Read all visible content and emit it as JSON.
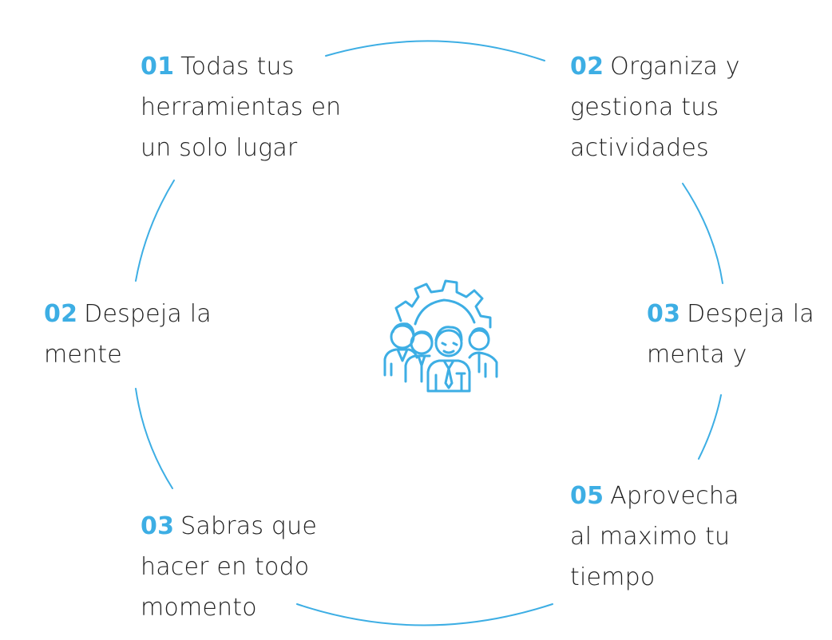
{
  "accent_color": "#3daee4",
  "text_color": "#1f1f1f",
  "center_icon": "team-gear-icon",
  "items": [
    {
      "number": "01",
      "lines": [
        "Todas tus",
        "herramientas en",
        "un solo lugar"
      ]
    },
    {
      "number": "02",
      "lines": [
        "Organiza y",
        "gestiona tus",
        "actividades"
      ]
    },
    {
      "number": "02",
      "lines": [
        "Despeja la",
        "mente"
      ]
    },
    {
      "number": "03",
      "lines": [
        "Despeja la",
        "menta y"
      ]
    },
    {
      "number": "03",
      "lines": [
        "Sabras que",
        "hacer en todo",
        "momento"
      ]
    },
    {
      "number": "05",
      "lines": [
        "Aprovecha",
        "al maximo tu",
        "tiempo"
      ]
    }
  ]
}
